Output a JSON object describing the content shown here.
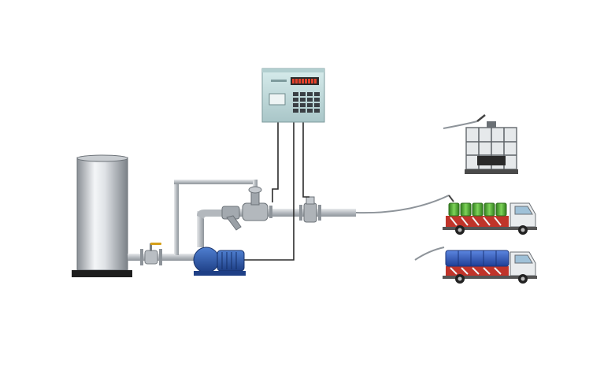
{
  "diagram": {
    "kind": "quantitative loading control system",
    "components": [
      {
        "id": "storage-tank",
        "icon": "storage-tank-icon"
      },
      {
        "id": "ball-valve",
        "icon": "ball-valve-icon"
      },
      {
        "id": "centrifugal-pump",
        "icon": "pump-icon"
      },
      {
        "id": "y-strainer",
        "icon": "strainer-icon"
      },
      {
        "id": "control-valve",
        "icon": "control-valve-icon"
      },
      {
        "id": "flow-meter",
        "icon": "flow-meter-icon"
      },
      {
        "id": "batch-controller",
        "icon": "controller-icon"
      },
      {
        "id": "loading-hose",
        "icon": "hose-icon"
      },
      {
        "id": "ibc-tote",
        "icon": "ibc-tote-icon"
      },
      {
        "id": "truck-drums",
        "icon": "drum-truck-icon"
      },
      {
        "id": "truck-barrels",
        "icon": "barrel-truck-icon"
      }
    ],
    "colors": {
      "pipe": "#c8ccd0",
      "controller_body": "#c5dede",
      "display": "#d8361e",
      "pump": "#2c56a8",
      "truck_red": "#c0342a",
      "drum_green": "#47a92a",
      "barrel_blue": "#2f5bc3",
      "tank_base": "#202020"
    }
  }
}
